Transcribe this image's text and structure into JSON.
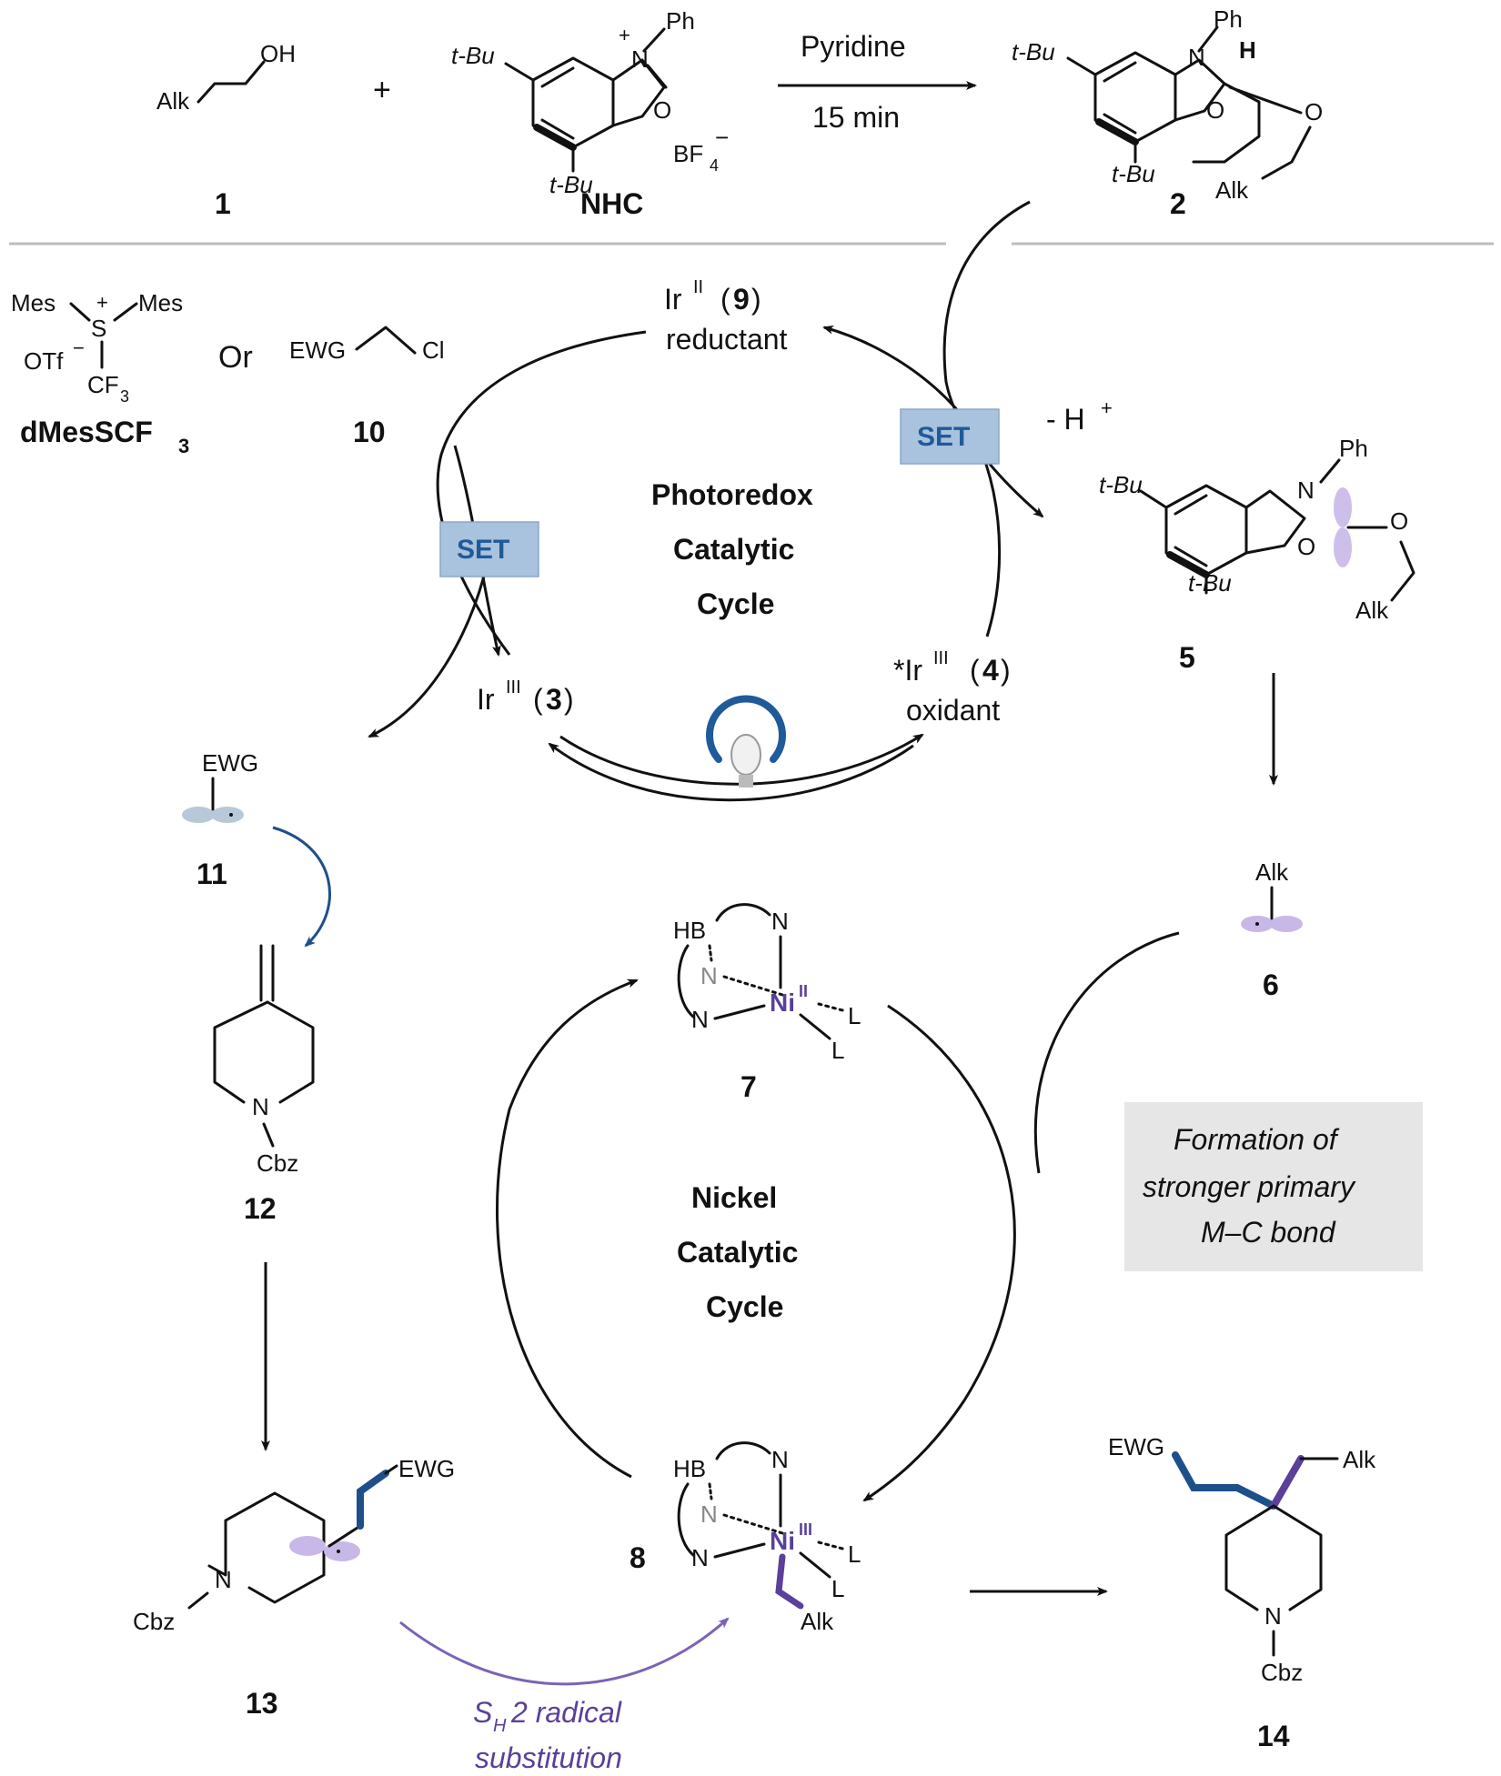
{
  "header": {
    "compound1": "1",
    "compound_nhc": "NHC",
    "compound2": "2",
    "plus": "+",
    "reagent": "Pyridine",
    "time": "15 min"
  },
  "atoms": {
    "alk": "Alk",
    "oh": "OH",
    "ph": "Ph",
    "tbu": "t-Bu",
    "n": "N",
    "o": "O",
    "h": "H",
    "bf4": "BF",
    "bf4_sub": "4",
    "minus": "−",
    "plus_charge": "+",
    "ewg": "EWG",
    "cl": "Cl",
    "cbz": "Cbz",
    "hb": "HB",
    "l": "L",
    "ni": "Ni"
  },
  "left_reagents": {
    "mes": "Mes",
    "s": "S",
    "otf": "OTf",
    "cf3": "CF",
    "cf3_sub": "3",
    "name": "dMesSCF",
    "name_sub": "3",
    "or": "Or",
    "compound10": "10"
  },
  "photoredox": {
    "title_line1": "Photoredox",
    "title_line2": "Catalytic",
    "title_line3": "Cycle",
    "ir9_label": "Ir",
    "ir9_ox": "II",
    "ir9_num": "9",
    "ir9_role": "reductant",
    "ir3_label": "Ir",
    "ir3_ox": "III",
    "ir3_num": "3",
    "ir4_label": "*Ir",
    "ir4_ox": "III",
    "ir4_num": "4",
    "ir4_role": "oxidant",
    "set_left": "SET",
    "set_right": "SET",
    "minus_h": "- H",
    "h_plus": "+"
  },
  "nickel": {
    "title_line1": "Nickel",
    "title_line2": "Catalytic",
    "title_line3": "Cycle",
    "ni7_ox": "II",
    "ni8_ox": "III",
    "compound7": "7",
    "compound8": "8"
  },
  "compounds": {
    "c5": "5",
    "c6": "6",
    "c11": "11",
    "c12": "12",
    "c13": "13",
    "c14": "14"
  },
  "note": {
    "line1": "Formation of",
    "line2": "stronger primary",
    "line3": "M–C bond"
  },
  "sh2": {
    "s": "S",
    "sub": "H",
    "rest": "2  radical",
    "line2": "substitution"
  },
  "colors": {
    "set_box": "#a9c2dd",
    "set_text": "#1f5a99",
    "nickel_purple": "#5b3f9b",
    "orbital_purple": "#c8b8e8",
    "orbital_blue": "#b7c9d8",
    "ewg_blue": "#1f4f8a",
    "note_bg": "#e6e6e6",
    "bulb_blue": "#1f5a99"
  },
  "icons": {
    "light": "lightbulb-icon"
  }
}
